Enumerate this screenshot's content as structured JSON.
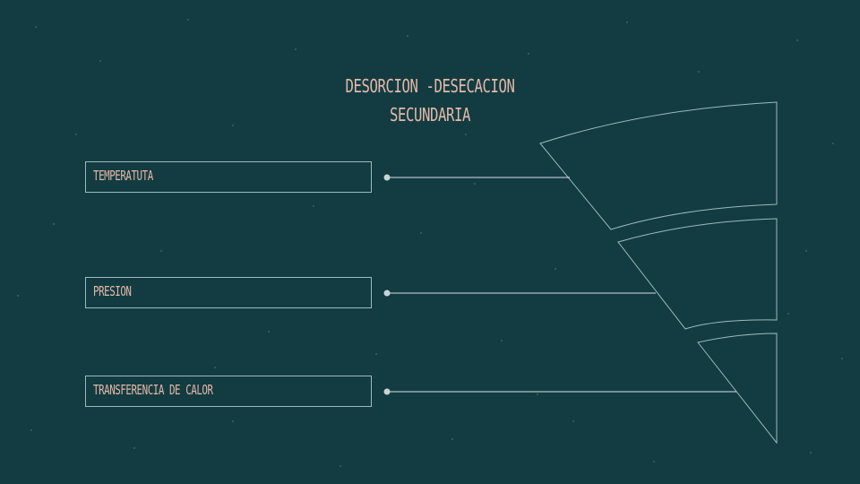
{
  "title": "DESORCION -DESECACION SECUNDARIA",
  "items": [
    {
      "label": "TEMPERATUTA"
    },
    {
      "label": "PRESION"
    },
    {
      "label": "TRANSFERENCIA DE CALOR"
    }
  ],
  "colors": {
    "background": "#123c41",
    "title_text": "#e6b8a8",
    "line": "#9fb9bb",
    "connector_line": "#d7e2e2",
    "dot": "#c9d3d4"
  }
}
